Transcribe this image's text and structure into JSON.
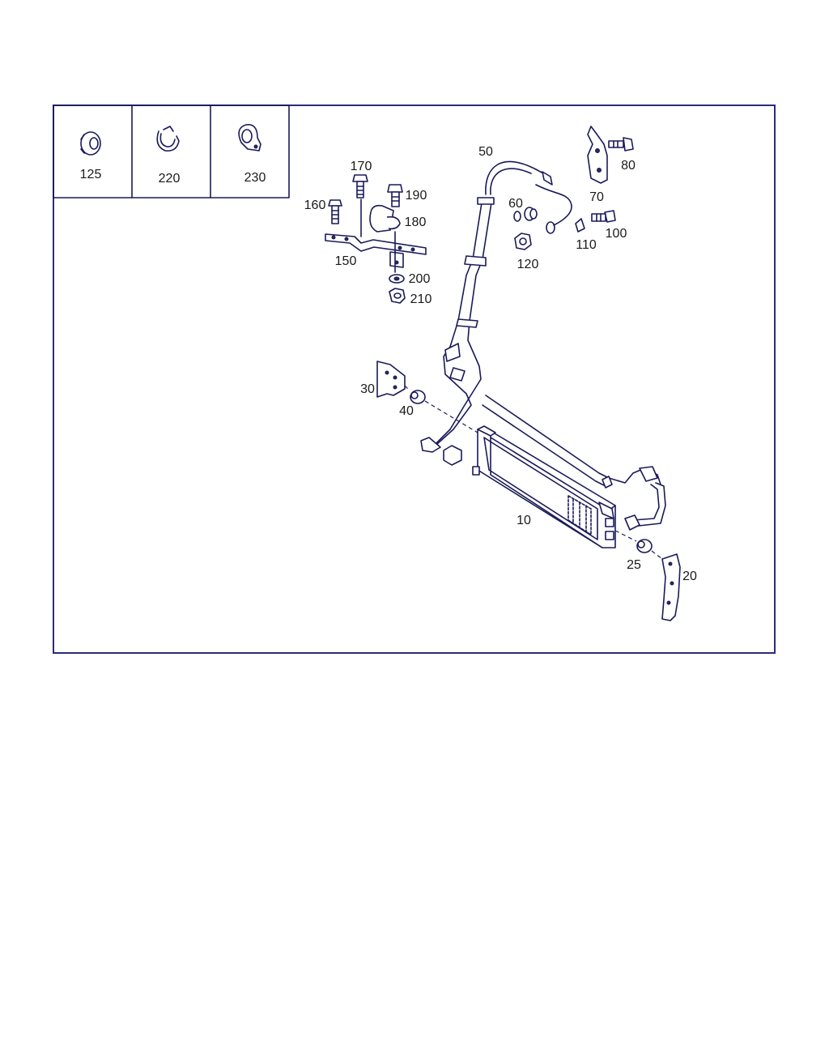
{
  "colors": {
    "frame": "#2b2b7a",
    "line": "#1a1a5a",
    "text": "#1a1a1a",
    "background": "#ffffff"
  },
  "legend_boxes": [
    {
      "label": "125",
      "icon": "nut-icon"
    },
    {
      "label": "220",
      "icon": "hose-clip-icon"
    },
    {
      "label": "230",
      "icon": "p-clamp-icon"
    }
  ],
  "callouts": {
    "c10": "10",
    "c20": "20",
    "c25": "25",
    "c30": "30",
    "c40": "40",
    "c50": "50",
    "c60": "60",
    "c70": "70",
    "c80": "80",
    "c100": "100",
    "c110": "110",
    "c120": "120",
    "c150": "150",
    "c160": "160",
    "c170": "170",
    "c180": "180",
    "c190": "190",
    "c200": "200",
    "c210": "210"
  }
}
